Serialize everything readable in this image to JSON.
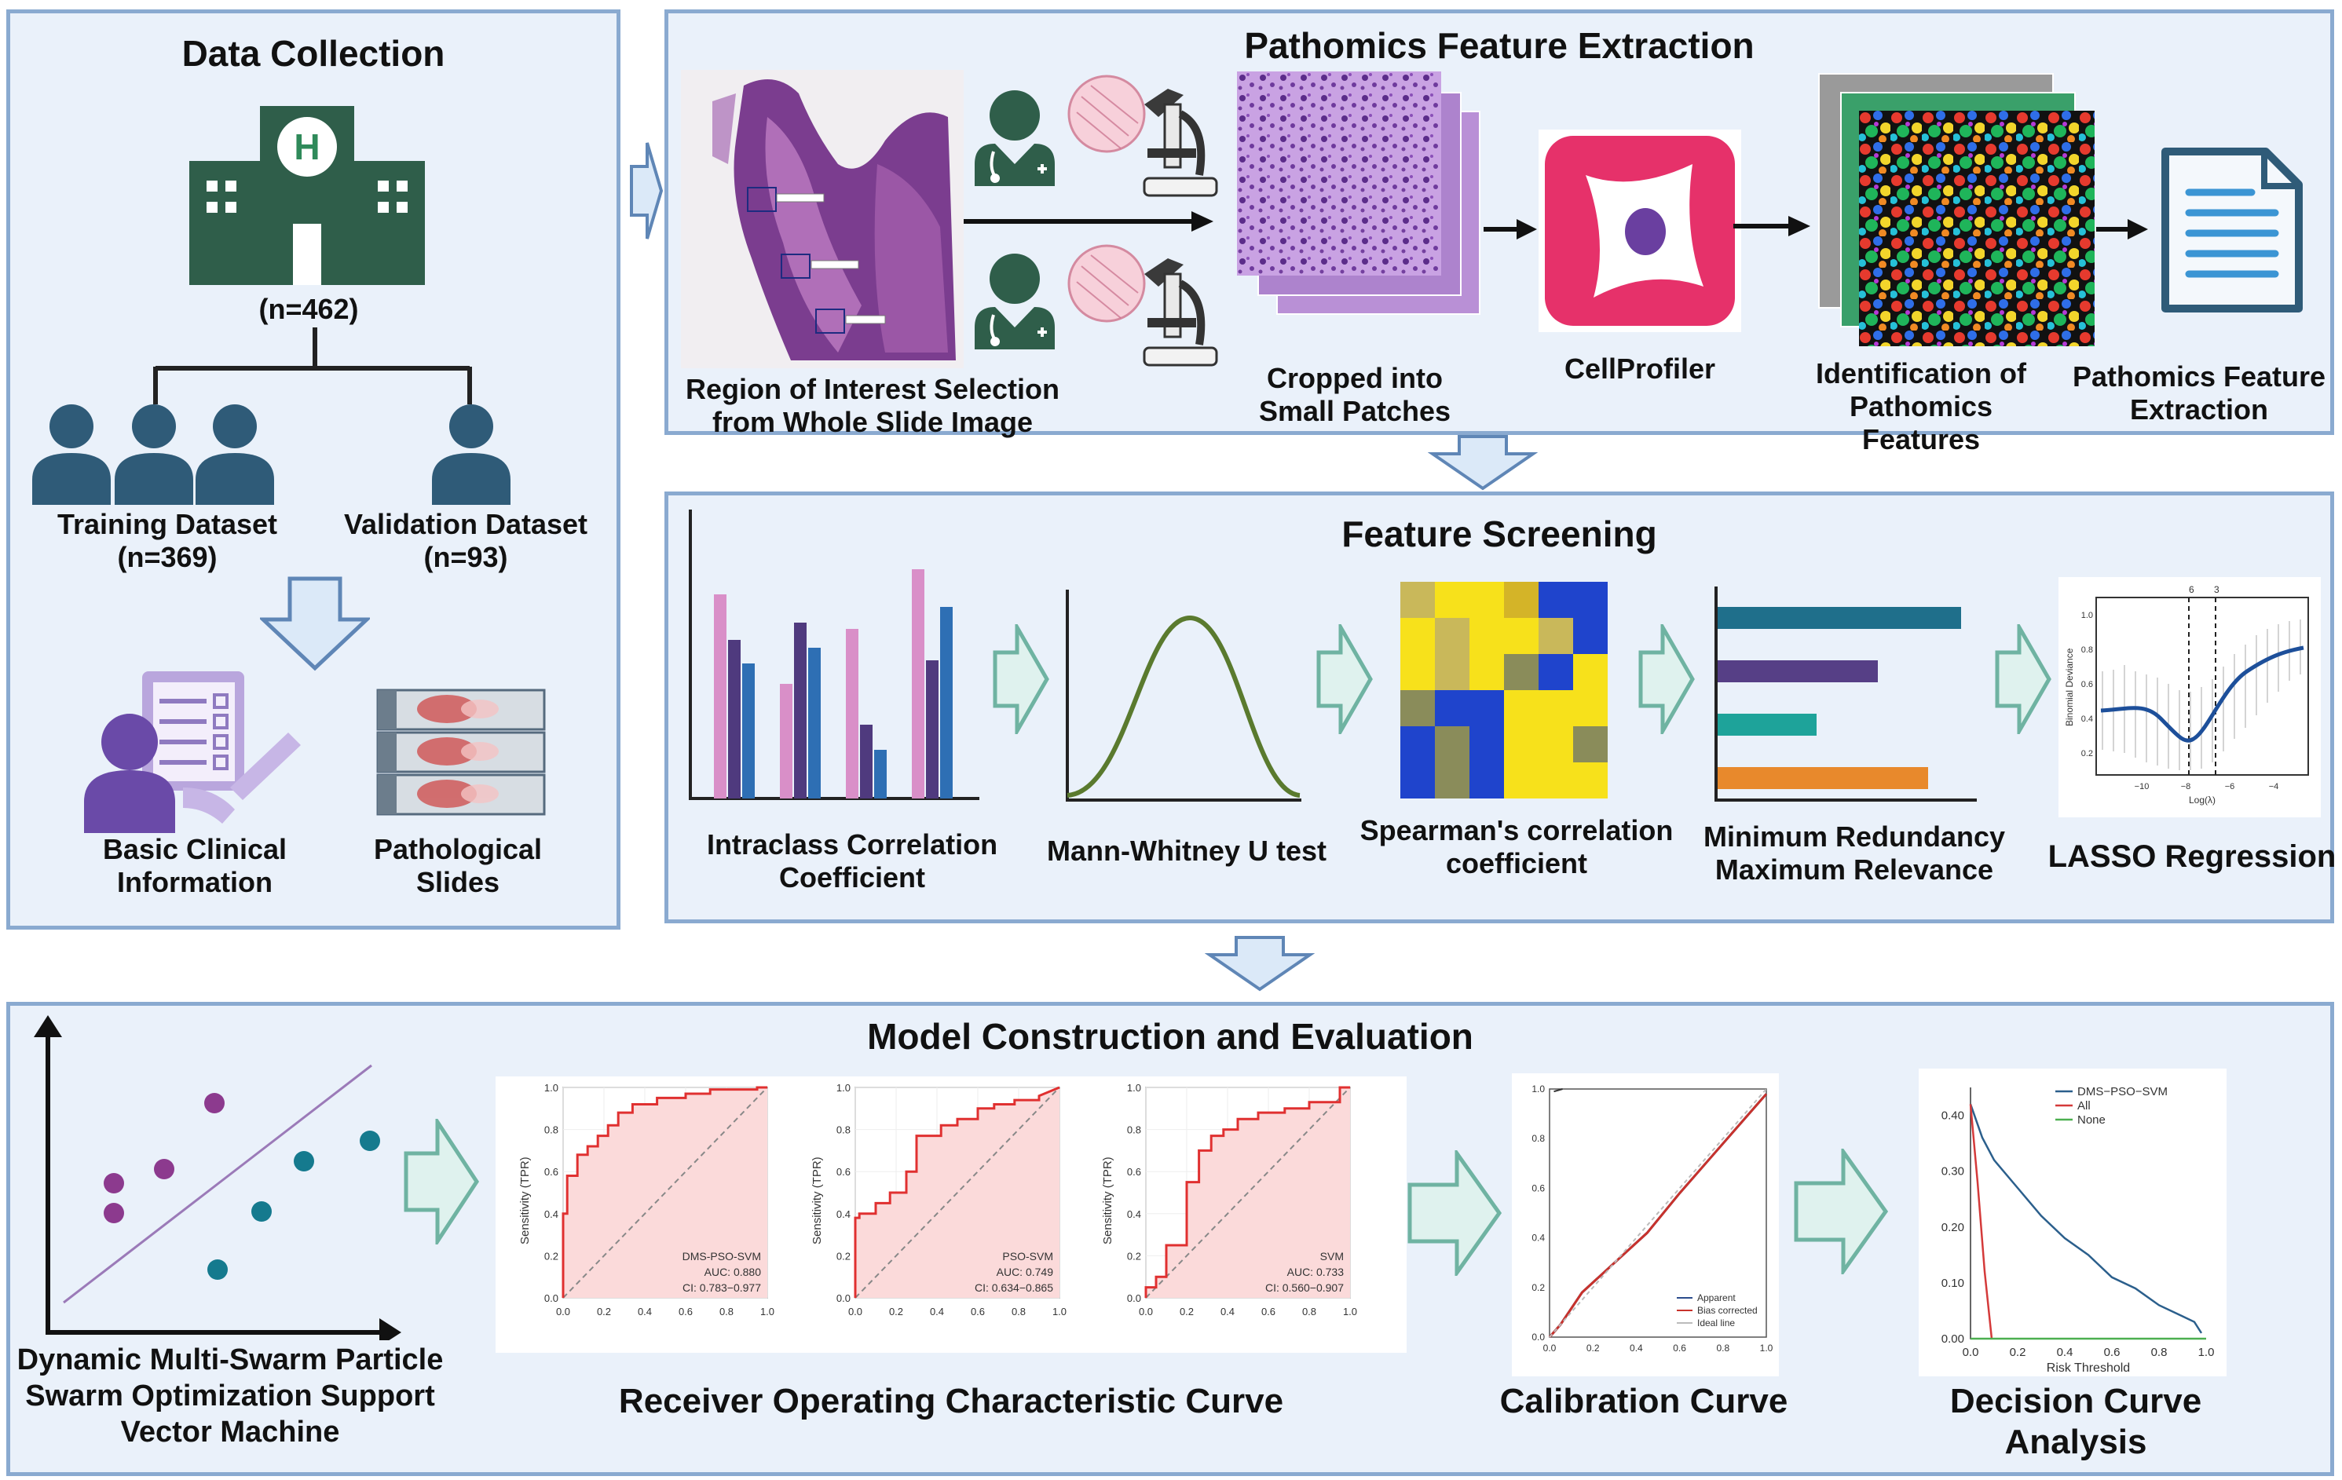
{
  "data_collection": {
    "title": "Data Collection",
    "total": "(n=462)",
    "training_label": "Training Dataset",
    "training_n": "(n=369)",
    "validation_label": "Validation Dataset",
    "validation_n": "(n=93)",
    "clinical_label": "Basic Clinical Information",
    "slides_label": "Pathological Slides",
    "hospital_letter": "H"
  },
  "pathomics": {
    "title": "Pathomics Feature Extraction",
    "roi_label": "Region of Interest Selection from Whole Slide Image",
    "patches_label": "Cropped into Small Patches",
    "cellprofiler_label": "CellProfiler",
    "identification_label": "Identification of Pathomics Features",
    "extraction_label": "Pathomics Feature Extraction"
  },
  "screening": {
    "title": "Feature Screening",
    "icc_label": "Intraclass Correlation Coefficient",
    "mwu_label": "Mann-Whitney U test",
    "spearman_label": "Spearman's correlation coefficient",
    "mrmr_label": "Minimum Redundancy Maximum Relevance",
    "lasso_label": "LASSO Regression",
    "lasso_plot": {
      "ylabel": "Binomial Deviance",
      "xlabel": "Log(λ)",
      "yticks": [
        "1.0",
        "0.8",
        "0.6",
        "0.4",
        "0.2"
      ],
      "xticks": [
        "−10",
        "−8",
        "−6",
        "−4"
      ],
      "top_labels": [
        "6",
        "3"
      ]
    }
  },
  "model": {
    "title": "Model Construction and Evaluation",
    "svm_label": "Dynamic Multi-Swarm Particle Swarm Optimization Support Vector Machine",
    "roc_label": "Receiver Operating Characteristic Curve",
    "calibration_label": "Calibration Curve",
    "dca_label": "Decision Curve Analysis",
    "roc_ylabel": "Sensitivity (TPR)",
    "roc_ticks": [
      "0.0",
      "0.2",
      "0.4",
      "0.6",
      "0.8",
      "1.0"
    ],
    "roc_panels": [
      {
        "name": "DMS-PSO-SVM",
        "auc": "AUC: 0.880",
        "ci": "CI: 0.783−0.977"
      },
      {
        "name": "PSO-SVM",
        "auc": "AUC: 0.749",
        "ci": "CI: 0.634−0.865"
      },
      {
        "name": "SVM",
        "auc": "AUC: 0.733",
        "ci": "CI: 0.560−0.907"
      }
    ],
    "calibration_legend": [
      "Apparent",
      "Bias corrected",
      "Ideal line"
    ],
    "calibration_ticks": [
      "0.0",
      "0.2",
      "0.4",
      "0.6",
      "0.8",
      "1.0"
    ],
    "dca_legend": [
      "DMS−PSO−SVM",
      "All",
      "None"
    ],
    "dca_xlabel": "Risk Threshold",
    "dca_yticks": [
      "0.40",
      "0.30",
      "0.20",
      "0.10",
      "0.00"
    ],
    "dca_xticks": [
      "0.0",
      "0.2",
      "0.4",
      "0.6",
      "0.8",
      "1.0"
    ]
  },
  "colors": {
    "panel_bg": "#eaf1fa",
    "panel_border": "#8aaad0",
    "hospital_green": "#2f5e4a",
    "person_blue": "#2f5b78",
    "arrow_teal_fill": "#dff2ee",
    "arrow_blue_fill": "#dbe9f8",
    "roc_red": "#e03030",
    "roc_fill": "#fbdada"
  },
  "chart_data": [
    {
      "type": "line",
      "title": "",
      "panel": "DMS-PSO-SVM",
      "xlabel": "",
      "ylabel": "Sensitivity (TPR)",
      "xlim": [
        0,
        1
      ],
      "ylim": [
        0,
        1
      ],
      "x": [
        0,
        0,
        0.02,
        0.02,
        0.07,
        0.07,
        0.12,
        0.12,
        0.17,
        0.17,
        0.22,
        0.22,
        0.27,
        0.27,
        0.34,
        0.34,
        0.46,
        0.46,
        0.6,
        0.6,
        0.72,
        0.72,
        0.95,
        0.95,
        1
      ],
      "y": [
        0,
        0.4,
        0.4,
        0.58,
        0.58,
        0.68,
        0.68,
        0.72,
        0.72,
        0.77,
        0.77,
        0.82,
        0.82,
        0.88,
        0.88,
        0.92,
        0.92,
        0.95,
        0.95,
        0.97,
        0.97,
        0.99,
        0.99,
        1,
        1
      ]
    },
    {
      "type": "line",
      "title": "",
      "panel": "PSO-SVM",
      "xlabel": "",
      "ylabel": "Sensitivity (TPR)",
      "xlim": [
        0,
        1
      ],
      "ylim": [
        0,
        1
      ],
      "x": [
        0,
        0,
        0.02,
        0.02,
        0.1,
        0.1,
        0.17,
        0.17,
        0.25,
        0.25,
        0.3,
        0.3,
        0.42,
        0.42,
        0.5,
        0.5,
        0.6,
        0.6,
        0.68,
        0.68,
        0.78,
        0.78,
        0.9,
        0.9,
        1
      ],
      "y": [
        0,
        0.38,
        0.38,
        0.4,
        0.4,
        0.45,
        0.45,
        0.5,
        0.5,
        0.6,
        0.6,
        0.77,
        0.77,
        0.82,
        0.82,
        0.85,
        0.85,
        0.9,
        0.9,
        0.92,
        0.92,
        0.94,
        0.94,
        0.96,
        1
      ]
    },
    {
      "type": "line",
      "title": "",
      "panel": "SVM",
      "xlabel": "",
      "ylabel": "Sensitivity (TPR)",
      "xlim": [
        0,
        1
      ],
      "ylim": [
        0,
        1
      ],
      "x": [
        0,
        0,
        0.05,
        0.05,
        0.1,
        0.1,
        0.2,
        0.2,
        0.26,
        0.26,
        0.32,
        0.32,
        0.38,
        0.38,
        0.45,
        0.45,
        0.55,
        0.55,
        0.68,
        0.68,
        0.8,
        0.8,
        0.95,
        0.95,
        1
      ],
      "y": [
        0,
        0.05,
        0.05,
        0.1,
        0.1,
        0.25,
        0.25,
        0.55,
        0.55,
        0.7,
        0.7,
        0.77,
        0.77,
        0.8,
        0.8,
        0.85,
        0.85,
        0.88,
        0.88,
        0.9,
        0.9,
        0.93,
        0.93,
        1,
        1
      ]
    },
    {
      "type": "line",
      "title": "",
      "panel": "Calibration Curve",
      "xlim": [
        0,
        1
      ],
      "ylim": [
        0,
        1
      ],
      "series": [
        {
          "name": "Apparent",
          "x": [
            0,
            0.05,
            0.15,
            0.3,
            0.45,
            0.6,
            0.75,
            0.9,
            1
          ],
          "y": [
            0,
            0.05,
            0.18,
            0.3,
            0.42,
            0.58,
            0.73,
            0.88,
            0.98
          ]
        },
        {
          "name": "Bias corrected",
          "x": [
            0,
            0.05,
            0.15,
            0.3,
            0.45,
            0.6,
            0.75,
            0.9,
            1
          ],
          "y": [
            0,
            0.05,
            0.18,
            0.3,
            0.42,
            0.58,
            0.73,
            0.88,
            0.98
          ]
        },
        {
          "name": "Ideal line",
          "x": [
            0,
            1
          ],
          "y": [
            0,
            1
          ]
        }
      ]
    },
    {
      "type": "line",
      "title": "",
      "panel": "Decision Curve Analysis",
      "xlabel": "Risk Threshold",
      "xlim": [
        0,
        1
      ],
      "ylim": [
        0,
        0.45
      ],
      "series": [
        {
          "name": "DMS−PSO−SVM",
          "x": [
            0,
            0.05,
            0.1,
            0.2,
            0.3,
            0.4,
            0.5,
            0.6,
            0.7,
            0.8,
            0.9,
            0.95,
            0.98
          ],
          "y": [
            0.42,
            0.36,
            0.32,
            0.27,
            0.22,
            0.18,
            0.15,
            0.11,
            0.09,
            0.06,
            0.04,
            0.03,
            0.01
          ]
        },
        {
          "name": "All",
          "x": [
            0,
            0.03,
            0.06,
            0.09
          ],
          "y": [
            0.42,
            0.28,
            0.12,
            0
          ]
        },
        {
          "name": "None",
          "x": [
            0,
            1
          ],
          "y": [
            0,
            0
          ]
        }
      ]
    }
  ]
}
